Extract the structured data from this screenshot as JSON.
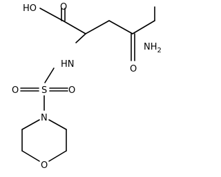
{
  "atoms": {
    "hydroxyl": "HO",
    "carbonyl_o_acid": "O",
    "amide_nh2": "NH",
    "amide_nh2_subscript": "2",
    "amide_o": "O",
    "sulfonamide_nh": "HN",
    "sulfur": "S",
    "sulfonyl_o_left": "O",
    "sulfonyl_o_right": "O",
    "morpholine_n": "N",
    "morpholine_o": "O"
  },
  "colors": {
    "bond": "#000000",
    "label": "#000000",
    "background": "#ffffff"
  }
}
